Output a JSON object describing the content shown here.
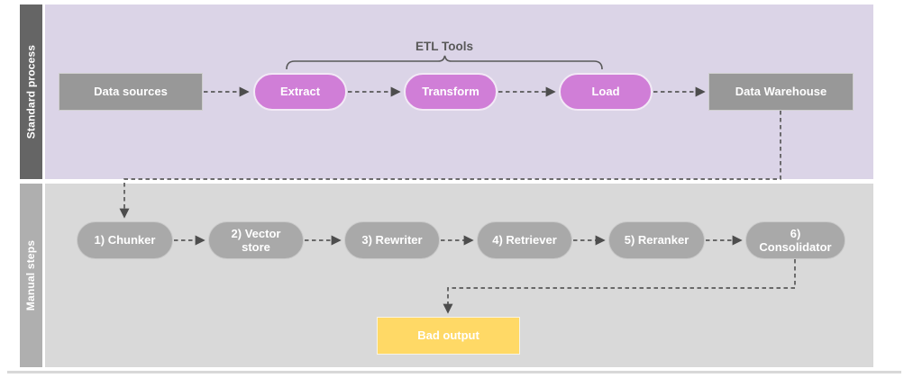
{
  "diagram": {
    "brace_label": "ETL Tools",
    "lanes": [
      {
        "id": "standard-process",
        "label": "Standard process",
        "bar_color": "#656565",
        "body_color": "#dbd4e7"
      },
      {
        "id": "manual-steps",
        "label": "Manual steps",
        "bar_color": "#afafaf",
        "body_color": "#d9d9d9"
      }
    ],
    "top_flow": {
      "nodes": [
        {
          "label": "Data sources",
          "shape": "rectangle",
          "fill": "#989898"
        },
        {
          "label": "Extract",
          "shape": "pill",
          "fill": "#d07ed7"
        },
        {
          "label": "Transform",
          "shape": "pill",
          "fill": "#d07ed7"
        },
        {
          "label": "Load",
          "shape": "pill",
          "fill": "#d07ed7"
        },
        {
          "label": "Data Warehouse",
          "shape": "rectangle",
          "fill": "#989898"
        }
      ]
    },
    "bottom_flow": {
      "nodes": [
        {
          "label": "1) Chunker",
          "shape": "pill",
          "fill": "#a9a9a9"
        },
        {
          "label": "2) Vector store",
          "shape": "pill",
          "fill": "#a9a9a9"
        },
        {
          "label": "3) Rewriter",
          "shape": "pill",
          "fill": "#a9a9a9"
        },
        {
          "label": "4) Retriever",
          "shape": "pill",
          "fill": "#a9a9a9"
        },
        {
          "label": "5) Reranker",
          "shape": "pill",
          "fill": "#a9a9a9"
        },
        {
          "label": "6) Consolidator",
          "shape": "pill",
          "fill": "#a9a9a9"
        },
        {
          "label": "Bad output",
          "shape": "rectangle",
          "fill": "#ffd966"
        }
      ]
    },
    "edges": [
      {
        "from": "Data sources",
        "to": "Extract",
        "style": "dashed-arrow"
      },
      {
        "from": "Extract",
        "to": "Transform",
        "style": "dashed-arrow"
      },
      {
        "from": "Transform",
        "to": "Load",
        "style": "dashed-arrow"
      },
      {
        "from": "Load",
        "to": "Data Warehouse",
        "style": "dashed-arrow"
      },
      {
        "from": "Data Warehouse",
        "to": "1) Chunker",
        "style": "dashed-arrow"
      },
      {
        "from": "1) Chunker",
        "to": "2) Vector store",
        "style": "dashed-arrow"
      },
      {
        "from": "2) Vector store",
        "to": "3) Rewriter",
        "style": "dashed-arrow"
      },
      {
        "from": "3) Rewriter",
        "to": "4) Retriever",
        "style": "dashed-arrow"
      },
      {
        "from": "4) Retriever",
        "to": "5) Reranker",
        "style": "dashed-arrow"
      },
      {
        "from": "5) Reranker",
        "to": "6) Consolidator",
        "style": "dashed-arrow"
      },
      {
        "from": "6) Consolidator",
        "to": "Bad output",
        "style": "dashed-arrow"
      }
    ],
    "connector_color": "#595959",
    "highlight_colors": {
      "etl_pill": "#d07ed7",
      "bad_output": "#ffd966"
    }
  }
}
